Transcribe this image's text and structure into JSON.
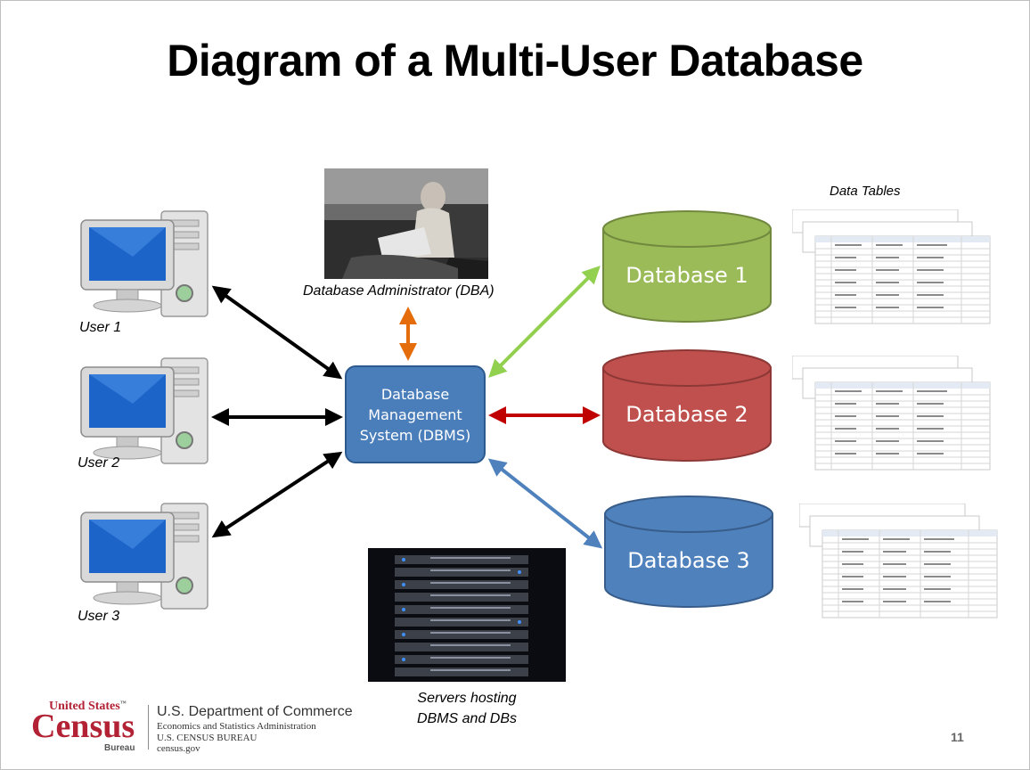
{
  "slide": {
    "title": "Diagram of a Multi-User Database",
    "page_number": "11"
  },
  "users": [
    {
      "label": "User 1"
    },
    {
      "label": "User 2"
    },
    {
      "label": "User 3"
    }
  ],
  "dbms": {
    "line1": "Database",
    "line2": "Management",
    "line3": "System (DBMS)"
  },
  "dba": {
    "caption": "Database Administrator (DBA)"
  },
  "servers": {
    "caption_line1": "Servers hosting",
    "caption_line2": "DBMS and DBs"
  },
  "data_tables_label": "Data Tables",
  "databases": [
    {
      "label": "Database 1",
      "color": "#9bbb59",
      "dark": "#71893f"
    },
    {
      "label": "Database 2",
      "color": "#c0504d",
      "dark": "#8c3836"
    },
    {
      "label": "Database 3",
      "color": "#4f81bd",
      "dark": "#385d8a"
    }
  ],
  "arrow_colors": {
    "users": "#000000",
    "dba": "#e46c0a",
    "db1": "#92d050",
    "db2": "#c00000",
    "db3": "#4f81bd"
  },
  "footer": {
    "logo_line1": "United States",
    "logo_tm": "™",
    "logo_line2": "Census",
    "logo_line3": "Bureau",
    "dept": "U.S. Department of Commerce",
    "admin": "Economics and Statistics Administration",
    "bureau": "U.S. CENSUS BUREAU",
    "site": "census.gov"
  }
}
